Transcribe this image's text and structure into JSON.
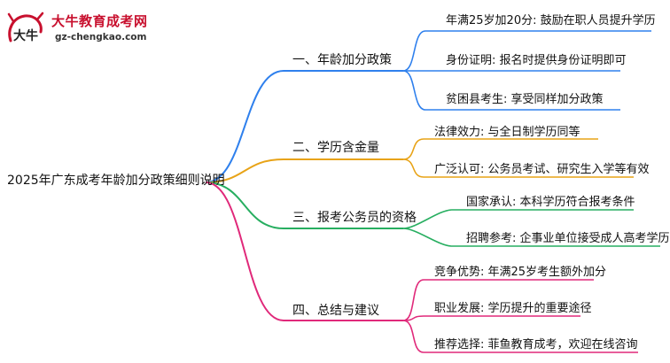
{
  "logo": {
    "mark_text": "大牛",
    "name": "大牛教育成考网",
    "url": "gz-chengkao.com"
  },
  "root": "2025年广东成考年龄加分政策细则说明",
  "branches": [
    {
      "label": "一、年龄加分政策",
      "color": "#2f80ed",
      "leaves": [
        "年满25岁加20分: 鼓励在职人员提升学历",
        "身份证明: 报名时提供身份证明即可",
        "贫困县考生: 享受同样加分政策"
      ]
    },
    {
      "label": "二、学历含金量",
      "color": "#e8a317",
      "leaves": [
        "法律效力: 与全日制学历同等",
        "广泛认可: 公务员考试、研究生入学等有效"
      ]
    },
    {
      "label": "三、报考公务员的资格",
      "color": "#27ae60",
      "leaves": [
        "国家承认: 本科学历符合报考条件",
        "招聘参考: 企事业单位接受成人高考学历"
      ]
    },
    {
      "label": "四、总结与建议",
      "color": "#e0297a",
      "leaves": [
        "竞争优势: 年满25岁考生额外加分",
        "职业发展: 学历提升的重要途径",
        "推荐选择: 菲鱼教育成考，欢迎在线咨询"
      ]
    }
  ]
}
